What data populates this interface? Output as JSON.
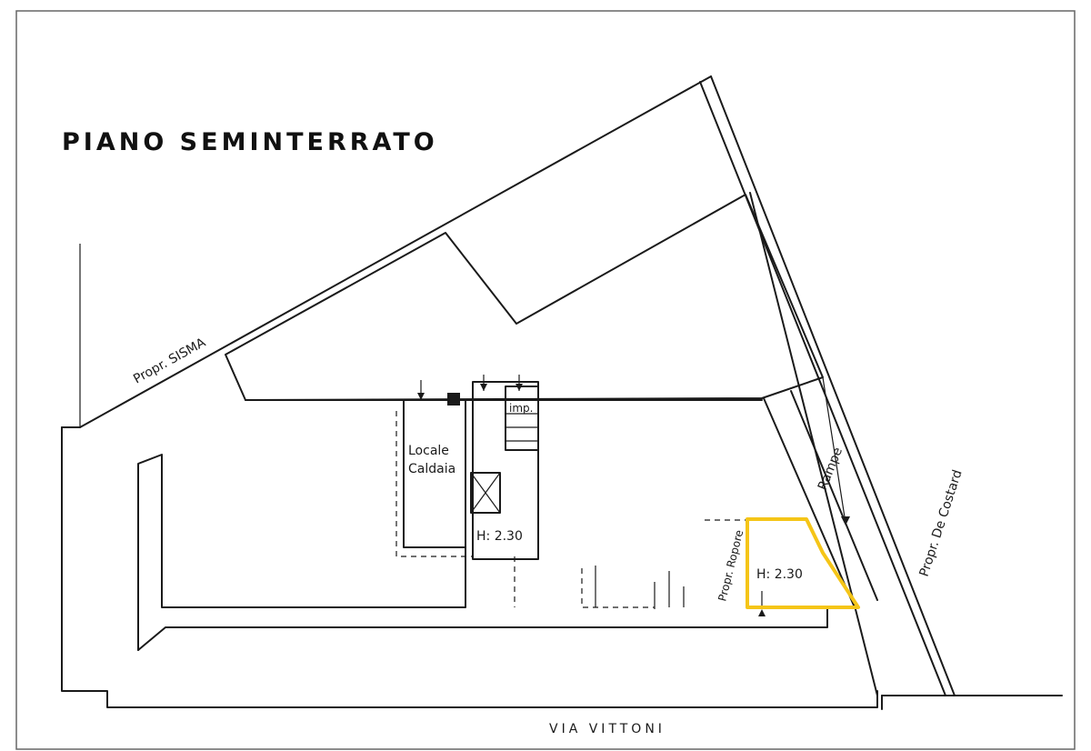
{
  "title": "PIANO SEMINTERRATO",
  "labels": {
    "neighbor_north": "Propr. SISMA",
    "neighbor_east": "Propr. De Costard",
    "neighbor_inner": "Propr. Ropore",
    "ramp": "Rampe",
    "boiler_room_line1": "Locale",
    "boiler_room_line2": "Caldaia",
    "stair_tag": "imp.",
    "height_left": "H: 2.30",
    "height_highlight": "H: 2.30",
    "street": "VIA VITTONI"
  },
  "colors": {
    "ink": "#1a1a1a",
    "highlight": "#f5c518",
    "frame": "#666666"
  }
}
